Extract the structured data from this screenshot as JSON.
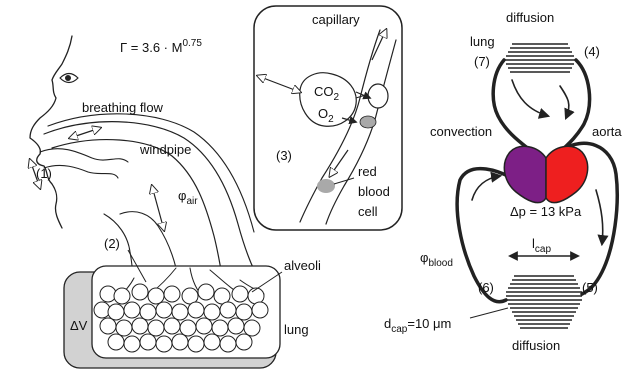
{
  "formula": {
    "base": "Γ = 3.6 · M",
    "exponent": "0.75"
  },
  "labels": {
    "breathing_flow": "breathing flow",
    "windpipe": "windpipe",
    "phi_air": "φ",
    "phi_air_sub": "air",
    "marker_1": "(1)",
    "marker_2": "(2)",
    "alveoli": "alveoli",
    "lung_left": "lung",
    "delta_v": "ΔV",
    "capillary": "capillary",
    "co2": "CO",
    "co2_sub": "2",
    "o2": "O",
    "o2_sub": "2",
    "marker_3": "(3)",
    "red_blood_cell_1": "red",
    "red_blood_cell_2": "blood",
    "red_blood_cell_3": "cell",
    "diffusion_top": "diffusion",
    "lung_right": "lung",
    "marker_7": "(7)",
    "marker_4": "(4)",
    "convection": "convection",
    "aorta": "aorta",
    "delta_p": "Δp = 13 kPa",
    "l_cap": "l",
    "l_cap_sub": "cap",
    "phi_blood": "φ",
    "phi_blood_sub": "blood",
    "marker_6": "(6)",
    "marker_5": "(5)",
    "d_cap": "d",
    "d_cap_sub": "cap",
    "d_cap_val": "=10 μm",
    "diffusion_bottom": "diffusion"
  },
  "colors": {
    "heart_left": "#7d1f86",
    "heart_right": "#ee1f1f",
    "lung_shade": "#d2d2d2",
    "blood_cell": "#a9a9a9"
  }
}
